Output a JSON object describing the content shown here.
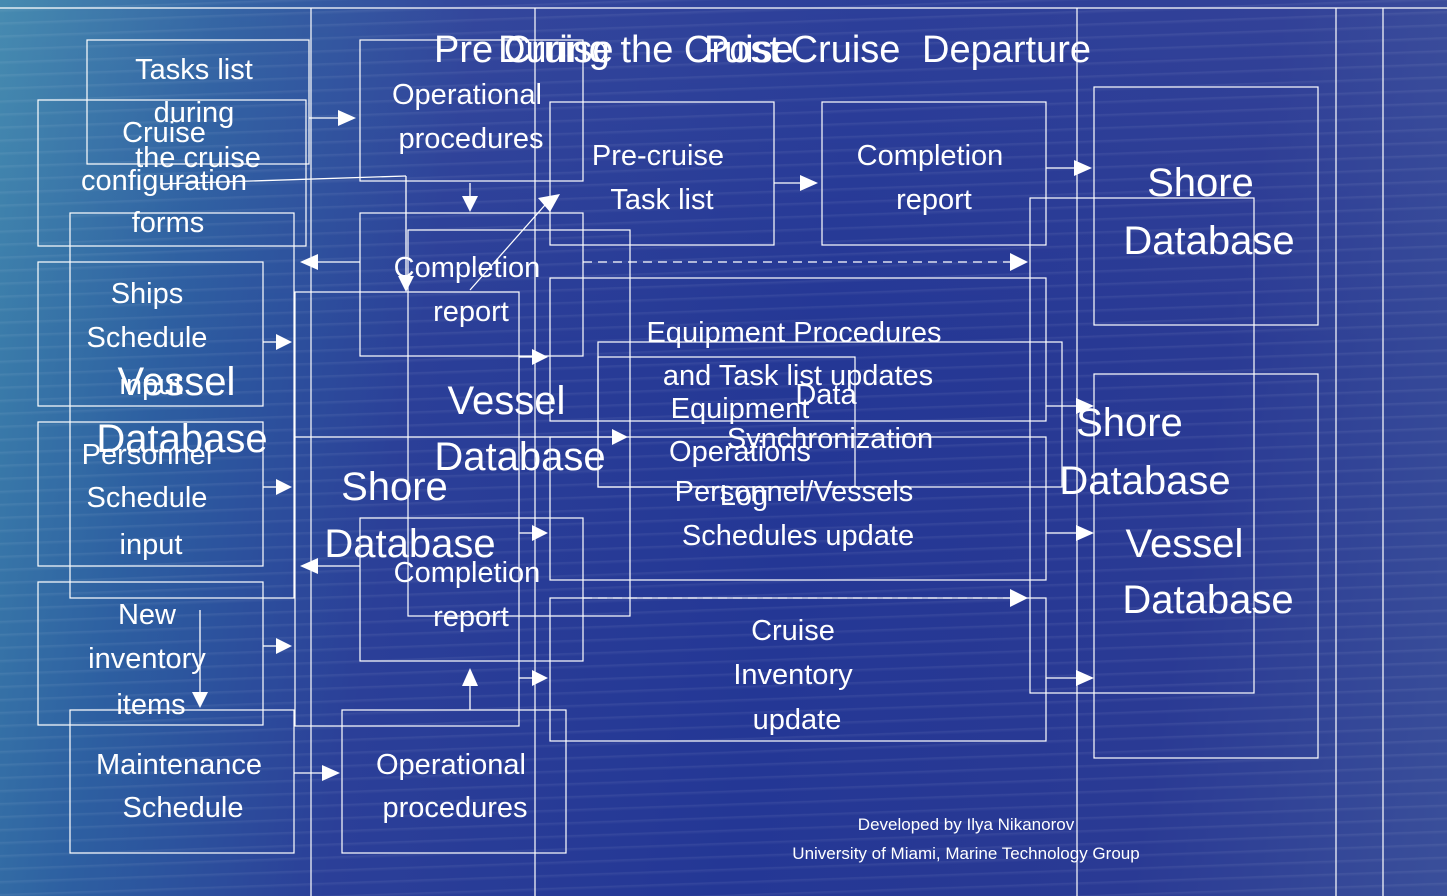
{
  "headers": {
    "pre_cruise": "Pre Cruise",
    "during_the_cruise": "During the Cruise",
    "post_cruise": "Post Cruise",
    "departure": "Departure"
  },
  "nodes": {
    "tasks_list_during_cruise": [
      "Tasks list",
      "during",
      "the cruise"
    ],
    "operational_procedures_top": [
      "Operational",
      "procedures"
    ],
    "cruise_configuration_forms": [
      "Cruise",
      "configuration",
      "forms"
    ],
    "pre_cruise_task_list": [
      "Pre-cruise",
      "Task list"
    ],
    "completion_report_top": [
      "Completion",
      "report"
    ],
    "shore_database_top": [
      "Shore",
      "Database"
    ],
    "completion_report_mid": [
      "Completion",
      "report"
    ],
    "ships_schedule_input": [
      "Ships",
      "Schedule",
      "input"
    ],
    "vessel_database_left": [
      "Vessel",
      "Database"
    ],
    "equipment_procedures_updates": [
      "Equipment Procedures",
      "and Task list updates"
    ],
    "vessel_database_center": [
      "Vessel",
      "Database"
    ],
    "equipment_operations_log": [
      "Equipment",
      "Operations",
      "Log"
    ],
    "data_synchronization": [
      "Data",
      "Synchronization"
    ],
    "shore_database_right": [
      "Shore",
      "Database"
    ],
    "personnel_schedule_input": [
      "Personnel",
      "Schedule",
      "input"
    ],
    "shore_database_center": [
      "Shore",
      "Database"
    ],
    "personnel_vessels_schedules_update": [
      "Personnel/Vessels",
      "Schedules update"
    ],
    "vessel_database_right": [
      "Vessel",
      "Database"
    ],
    "completion_report_low": [
      "Completion",
      "report"
    ],
    "new_inventory_items": [
      "New",
      "inventory",
      "items"
    ],
    "cruise_inventory_update": [
      "Cruise",
      "Inventory",
      "update"
    ],
    "maintenance_schedule": [
      "Maintenance",
      "Schedule"
    ],
    "operational_procedures_bottom": [
      "Operational",
      "procedures"
    ]
  },
  "credits": {
    "line1": "Developed by Ilya Nikanorov",
    "line2": "University of Miami, Marine Technology Group"
  }
}
